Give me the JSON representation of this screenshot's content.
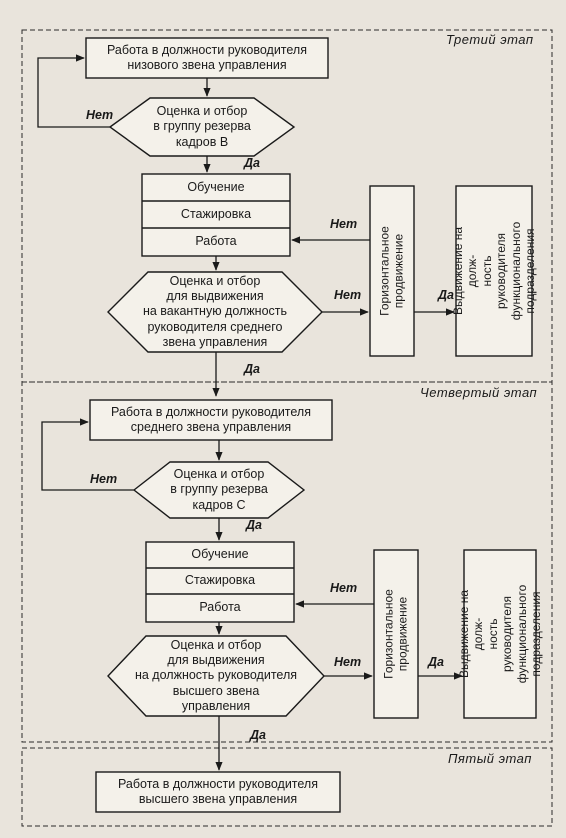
{
  "stages": {
    "third": "Третий  этап",
    "fourth": "Четвертый  этап",
    "fifth": "Пятый  этап"
  },
  "stage3": {
    "job_box": "Работа в должности руководителя\nнизового звена управления",
    "selection_reserve": "Оценка и отбор\nв группу резерва\nкадров В",
    "training": "Обучение",
    "internship": "Стажировка",
    "work": "Работа",
    "selection_promotion": "Оценка и отбор\nдля выдвижения\nна вакантную должность\nруководителя среднего\nзвена управления",
    "horizontal": "Горизонтальное\nпродвижение",
    "promotion_functional": "Выдвижение на долж-\nность руководителя\nфункционального\nподразделения"
  },
  "stage4": {
    "job_box": "Работа в должности руководителя\nсреднего звена управления",
    "selection_reserve": "Оценка и отбор\nв группу резерва\nкадров С",
    "training": "Обучение",
    "internship": "Стажировка",
    "work": "Работа",
    "selection_promotion": "Оценка и отбор\nдля выдвижения\nна должность руководителя\nвысшего звена\nуправления",
    "horizontal": "Горизонтальное\nпродвижение",
    "promotion_functional": "Выдвижение на долж-\nность руководителя\nфункционального\nподразделения"
  },
  "stage5": {
    "job_box": "Работа в должности руководителя\nвысшего звена управления"
  },
  "labels": {
    "yes": "Да",
    "no": "Нет"
  },
  "colors": {
    "paper": "#e9e4dc",
    "ink": "#1a1a1a",
    "box_fill": "#f4f1ea"
  }
}
